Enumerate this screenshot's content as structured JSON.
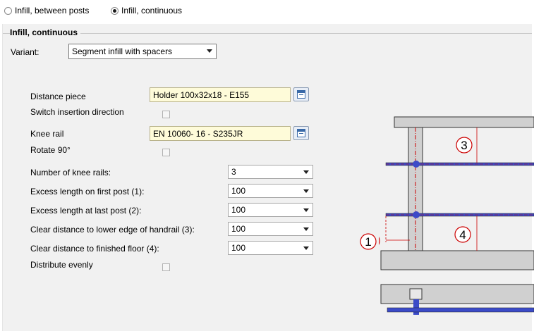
{
  "infill_type": {
    "options": [
      {
        "label": "Infill, between posts",
        "selected": false
      },
      {
        "label": "Infill, continuous",
        "selected": true
      }
    ]
  },
  "section": {
    "title": "Infill, continuous"
  },
  "variant": {
    "label": "Variant:",
    "value": "Segment infill with spacers"
  },
  "distance_piece": {
    "label": "Distance piece",
    "value": "Holder 100x32x18 - E155"
  },
  "switch_insertion": {
    "label": "Switch insertion direction",
    "checked": false
  },
  "knee_rail": {
    "label": "Knee rail",
    "value": "EN 10060- 16 - S235JR"
  },
  "rotate_90": {
    "label": "Rotate 90°",
    "checked": false
  },
  "params": [
    {
      "label": "Number of knee rails:",
      "value": "3"
    },
    {
      "label": "Excess length on first post (1):",
      "value": "100"
    },
    {
      "label": "Excess length at last post (2):",
      "value": "100"
    },
    {
      "label": "Clear distance to lower edge of handrail (3):",
      "value": "100"
    },
    {
      "label": "Clear distance to finished floor (4):",
      "value": "100"
    }
  ],
  "distribute_evenly": {
    "label": "Distribute evenly",
    "checked": false
  },
  "diagram": {
    "markers": [
      "1",
      "3",
      "4"
    ]
  },
  "colors": {
    "field_bg": "#fefbd9",
    "rail_blue": "#3b4bc8",
    "dim_red": "#cc0000",
    "panel_bg": "#f1f1f1"
  }
}
